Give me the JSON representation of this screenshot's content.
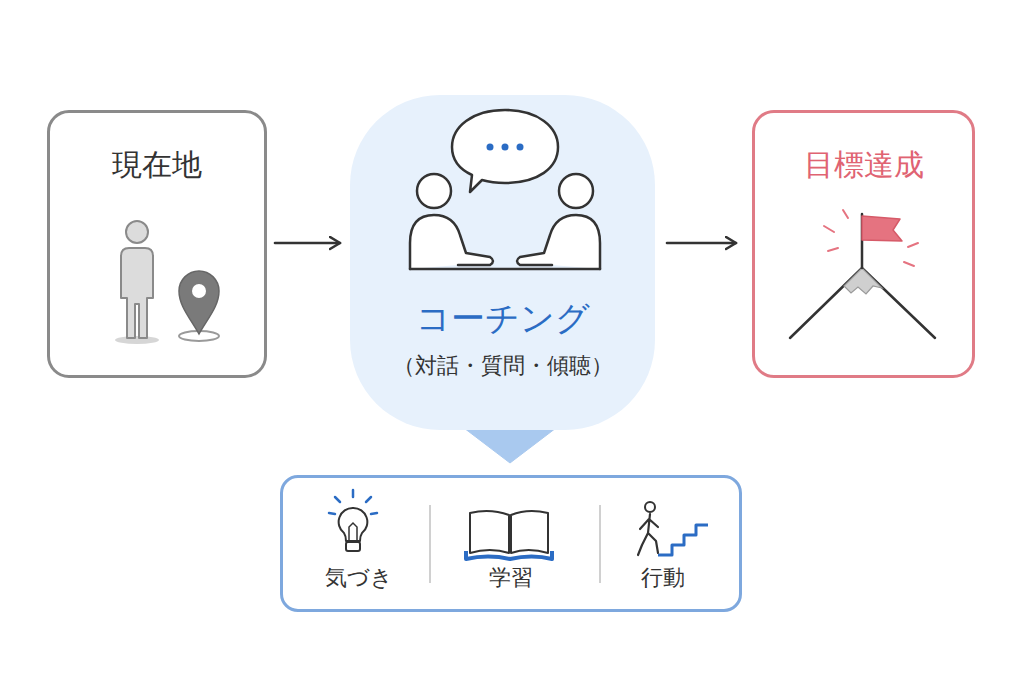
{
  "diagram": {
    "nodes": [
      {
        "text": [
          "現在地"
        ]
      },
      {
        "text": [
          "コーチング",
          "（対話・質問・傾聴）"
        ]
      },
      {
        "text": [
          "目標達成"
        ]
      },
      {
        "text": [
          "気づき",
          "学習",
          "行動"
        ]
      }
    ],
    "edges": [
      {
        "from": 0,
        "to": 1,
        "arrow": "to"
      },
      {
        "from": 1,
        "to": 2,
        "arrow": "to"
      },
      {
        "from": 1,
        "to": 3,
        "arrow": "to"
      }
    ]
  }
}
